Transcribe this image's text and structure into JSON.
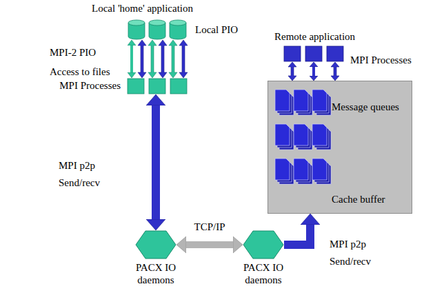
{
  "diagram": {
    "nodes": [
      {
        "text": [
          "Local PIO"
        ]
      },
      {
        "text": [
          "MPI Processes"
        ]
      },
      {
        "text": [
          "MPI Processes"
        ]
      },
      {
        "text": [
          "Message queues",
          "Cache buffer"
        ]
      },
      {
        "text": [
          "PACX IO daemons"
        ]
      },
      {
        "text": [
          "PACX IO daemons"
        ]
      }
    ],
    "edges": [
      {
        "from": 0,
        "to": 1,
        "arrow": "both",
        "label": "MPI-2 PIO Access to files"
      },
      {
        "from": 1,
        "to": 4,
        "arrow": "both",
        "label": "MPI p2p Send/recv"
      },
      {
        "from": 4,
        "to": 5,
        "arrow": "both",
        "label": "TCP/IP"
      },
      {
        "from": 5,
        "to": 3,
        "arrow": "to",
        "label": "MPI p2p Send/recv"
      },
      {
        "from": 2,
        "to": 3,
        "arrow": "both"
      }
    ],
    "labels": [
      "Local 'home' application",
      "Remote application"
    ]
  }
}
